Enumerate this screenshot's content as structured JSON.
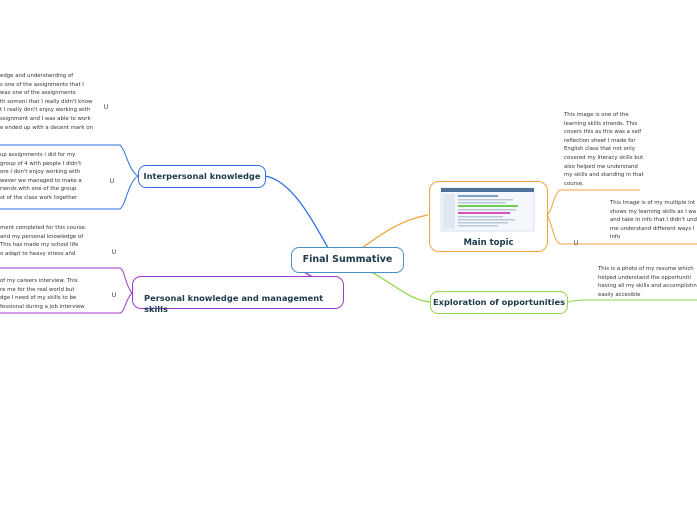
{
  "central": {
    "label": "Final Summative"
  },
  "topics": {
    "main_topic": {
      "label": "Main topic",
      "note_image_desc": "This image is one of the\nlearning skills strands. This\ncovers this as this was a self\nreflection sheet I made for\nEnglish class that not only\ncovered my literacy skills but\nalso helped me understand\nmy skills and standing in that\ncourse,",
      "note_multiple": "This Image is of my multiple int\nshows my learning skills as I wa\nand take in info that I didn't und\nme understand different ways I\ninfo"
    },
    "exploration": {
      "label": "Exploration of opportunities",
      "note_resume": "This is a photo of my resume which\nhelped understand the opportuniti\nhaving all my skills and accomplishn\neasily accesible"
    },
    "interpersonal": {
      "label": "Interpersonal knowledge",
      "note_top": "edge and understanding of\ns one of the assignments that I\nwas one of the assignments\nth somoni that I really didn't know\nt I really don't enjoy working with\nssignment and I was able to work\ne ended up with a decent mark on",
      "note_group": "up assignments i did for my\n group of 4 with people I didn't\nore I don't enjoy working with\nwever we managed to make a\nriends with one of the group\nst of the class work together"
    },
    "personal": {
      "label": "Personal knowledge and management\nskills",
      "note_course": "ment completed for this course.\nand my personal knowledge of\nThis has made my school life\no adapt to heavy stress and",
      "note_interview": "of my careers interview. This\nre me for the real world but\ndge I need of my skills to be\nfessional during a job interview"
    }
  },
  "attachment_glyph": "∪",
  "colors": {
    "central_border": "#4a90c8",
    "main_topic": "#f0a33c",
    "exploration": "#8fd64a",
    "interpersonal": "#2f6fe0",
    "personal": "#a43ac9"
  }
}
